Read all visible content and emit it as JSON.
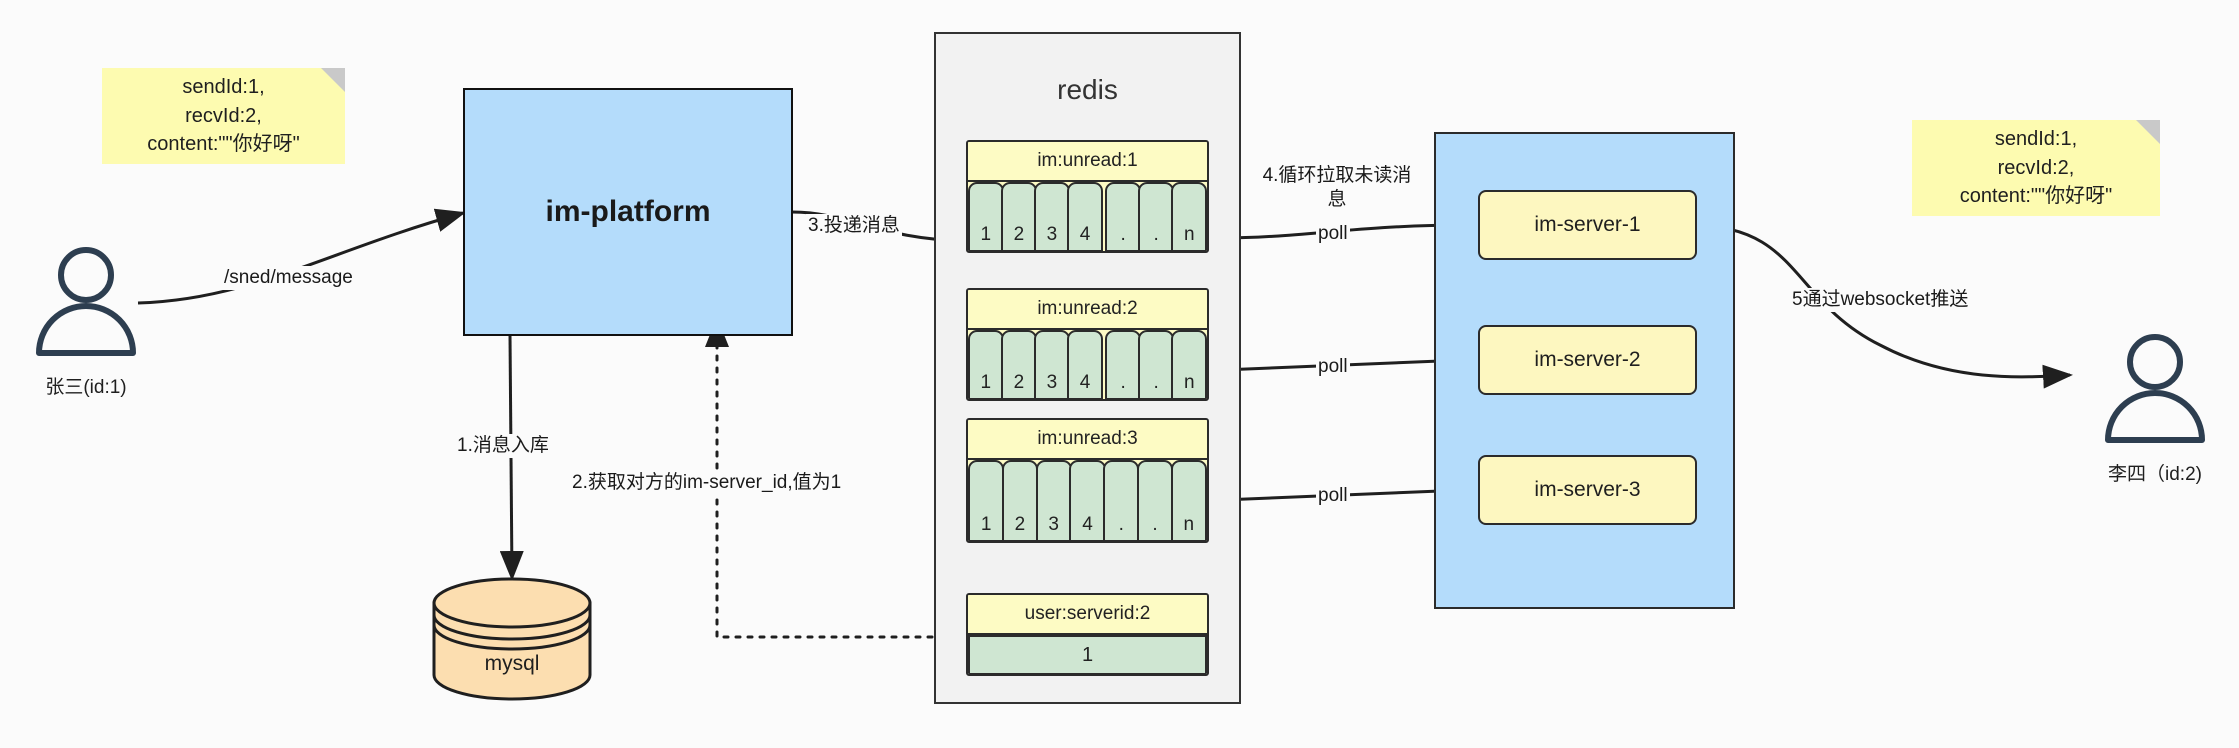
{
  "diagram": {
    "title": "IM message delivery architecture",
    "colors": {
      "background": "#fbfbfb",
      "note_yellow": "#fdfbb0",
      "box_blue": "#b4dcfb",
      "key_yellow": "#fdfbc4",
      "cell_green": "#cfe6d2",
      "server_yellow": "#fdf7c0",
      "db_orange": "#fcdeb0",
      "stroke": "#2b2b2b",
      "actor": "#2d3e50"
    }
  },
  "notes": {
    "left": "sendId:1,\nrecvId:2,\ncontent:\"\"你好呀\"",
    "right": "sendId:1,\nrecvId:2,\ncontent:\"\"你好呀\""
  },
  "actors": {
    "sender": {
      "name": "张三(id:1)",
      "icon": "person-icon"
    },
    "receiver": {
      "name": "李四（id:2)",
      "icon": "person-icon"
    }
  },
  "nodes": {
    "platform": "im-platform",
    "database": "mysql",
    "redis_title": "redis",
    "servers": [
      "im-server-1",
      "im-server-2",
      "im-server-3"
    ]
  },
  "redis_keys": [
    {
      "key": "im:unread:1",
      "cells": [
        "1",
        "2",
        "3",
        "4",
        ".",
        ".",
        "n"
      ]
    },
    {
      "key": "im:unread:2",
      "cells": [
        "1",
        "2",
        "3",
        "4",
        ".",
        ".",
        "n"
      ]
    },
    {
      "key": "im:unread:3",
      "cells": [
        "1",
        "2",
        "3",
        "4",
        ".",
        ".",
        "n"
      ]
    }
  ],
  "redis_single": {
    "key": "user:serverid:2",
    "value": "1"
  },
  "edges": {
    "send_message": "/sned/message",
    "step1": "1.消息入库",
    "step2": "2.获取对方的im-server_id,值为1",
    "step3": "3.投递消息",
    "step4": "4.循环拉取未读消\n息",
    "step5": "5通过websocket推送",
    "poll1": "poll",
    "poll2": "poll",
    "poll3": "poll"
  }
}
